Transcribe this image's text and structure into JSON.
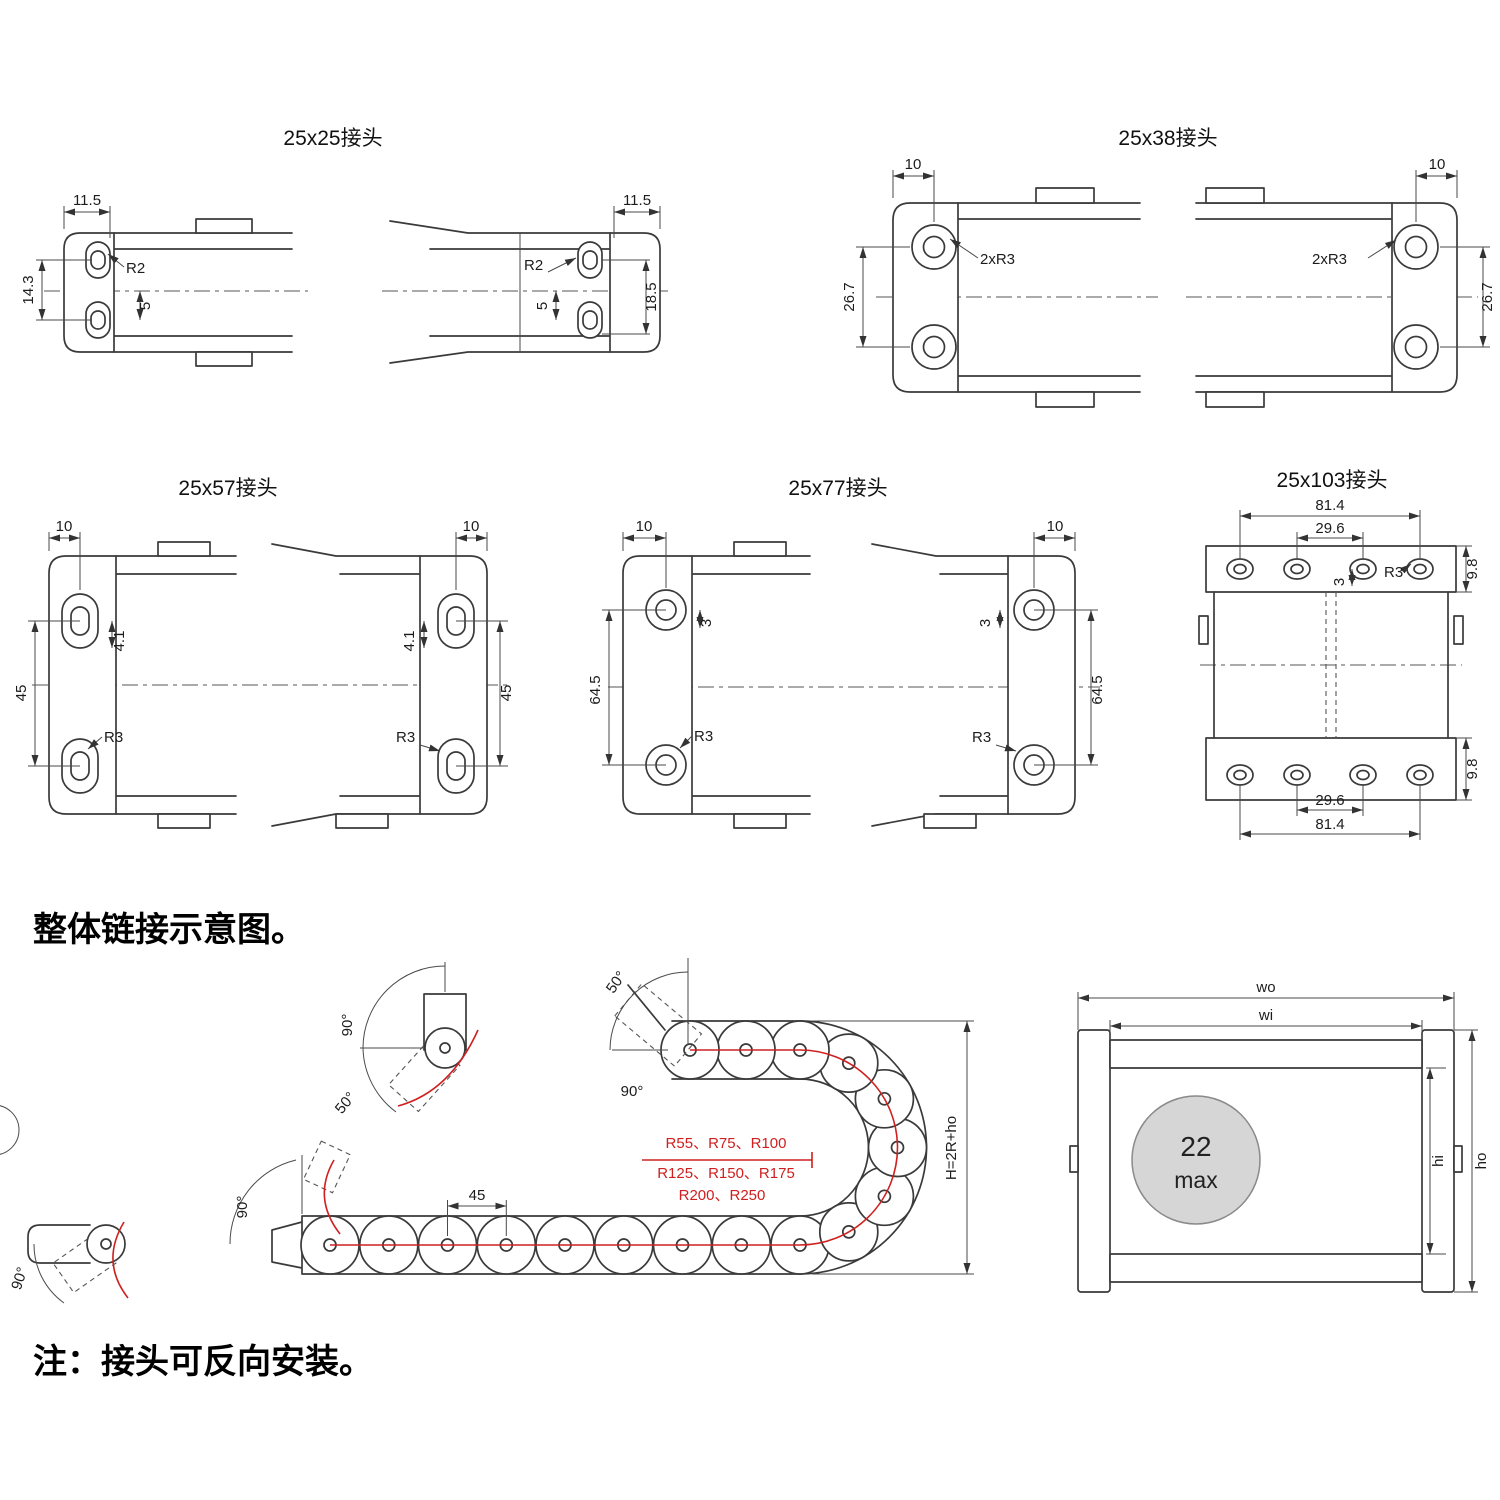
{
  "sections": {
    "s2525": {
      "title": "25x25接头",
      "left": {
        "w": "11.5",
        "h": "14.3",
        "off": "5",
        "radius": "R2"
      },
      "right": {
        "w": "11.5",
        "h": "18.5",
        "off": "5",
        "radius": "R2"
      }
    },
    "s2538": {
      "title": "25x38接头",
      "left": {
        "w": "10",
        "h": "26.7",
        "radius": "2xR3"
      },
      "right": {
        "w": "10",
        "h": "26.7",
        "radius": "2xR3"
      }
    },
    "s2557": {
      "title": "25x57接头",
      "left": {
        "w": "10",
        "off": "4.1",
        "h": "45",
        "radius": "R3"
      },
      "right": {
        "w": "10",
        "off": "4.1",
        "h": "45",
        "radius": "R3"
      }
    },
    "s2577": {
      "title": "25x77接头",
      "left": {
        "w": "10",
        "off": "3",
        "h": "64.5",
        "radius": "R3"
      },
      "right": {
        "w": "10",
        "off": "3",
        "h": "64.5",
        "radius": "R3"
      }
    },
    "s25103": {
      "title": "25x103接头",
      "top": {
        "w_outer": "81.4",
        "w_inner": "29.6",
        "off": "3",
        "radius": "R3",
        "h": "9.8"
      },
      "bottom": {
        "w_outer": "81.4",
        "w_inner": "29.6",
        "h": "9.8"
      }
    }
  },
  "headings": {
    "overview": "整体链接示意图。",
    "note": "注：接头可反向安装。"
  },
  "bend": {
    "angle_90": "90°",
    "angle_50": "50°",
    "pitch": "45",
    "radii_line1": "R55、R75、R100",
    "radii_line2": "R125、R150、R175",
    "radii_line3": "R200、R250",
    "height_formula": "H=2R+ho"
  },
  "cross_section": {
    "wo": "wo",
    "wi": "wi",
    "hi": "hi",
    "ho": "ho",
    "max_value": "22",
    "max_unit": "max"
  }
}
